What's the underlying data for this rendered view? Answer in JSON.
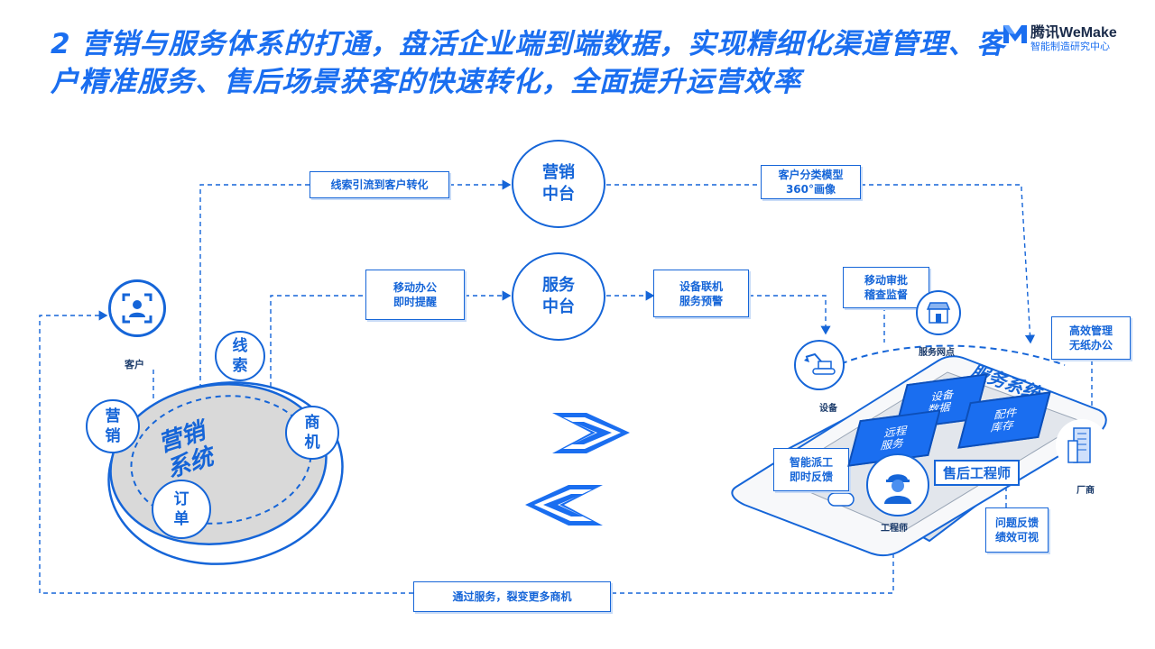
{
  "title": "2 营销与服务体系的打通，盘活企业端到端数据，实现精细化渠道管理、客户精准服务、售后场景获客的快速转化，全面提升运营效率",
  "brand": {
    "name": "腾讯WeMake",
    "sub": "智能制造研究中心"
  },
  "hubs": {
    "marketing": "营销\n中台",
    "service": "服务\n中台"
  },
  "boxes": {
    "lead_to_customer": "线索引流到客户转化",
    "customer_model": "客户分类模型\n360°画像",
    "mobile_office": "移动办公\n即时提醒",
    "device_alert": "设备联机\n服务预警",
    "mobile_approval": "移动审批\n稽查监督",
    "efficient_mgmt": "高效管理\n无纸办公",
    "dispatch": "智能派工\n即时反馈",
    "feedback": "问题反馈\n绩效可视",
    "through_service": "通过服务，裂变更多商机"
  },
  "left": {
    "customer_label": "客户",
    "system_label": "营销\n系统",
    "nodes": {
      "lead": "线\n索",
      "marketing": "营\n销",
      "opportunity": "商\n机",
      "order": "订\n单"
    }
  },
  "right": {
    "system_label": "服务系统",
    "tiles": {
      "device_data": "设备\n数据",
      "parts_stock": "配件\n库存",
      "remote_service": "远程\n服务"
    },
    "after_sales_engineer": "售后工程师",
    "labels": {
      "service_outlet": "服务网点",
      "device": "设备",
      "manufacturer": "厂商",
      "engineer": "工程师"
    }
  },
  "colors": {
    "primary": "#1565d8",
    "accent": "#1a6ef0",
    "gray": "#d9d9d9"
  }
}
